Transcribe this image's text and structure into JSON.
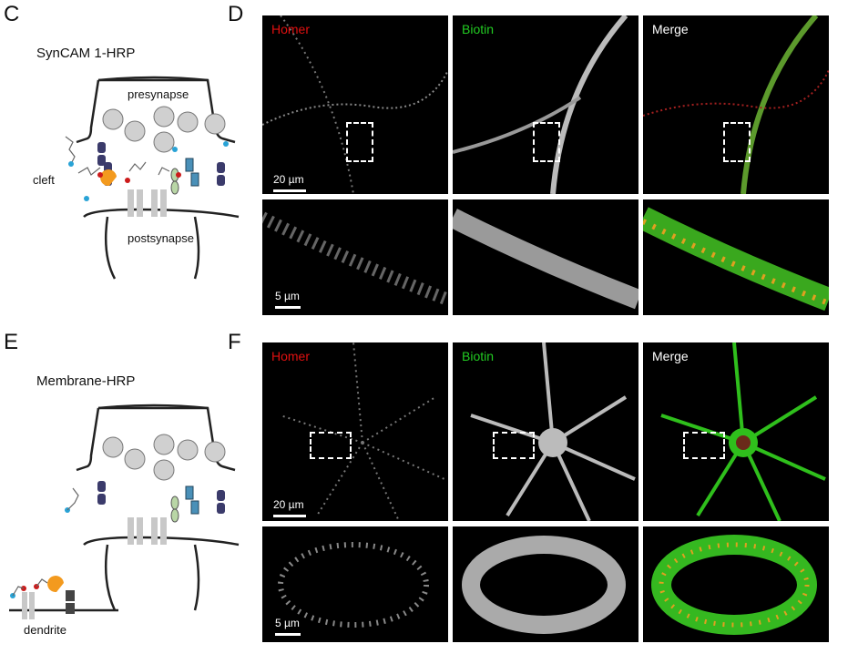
{
  "panels": {
    "C": {
      "letter": "C",
      "title": "SynCAM 1-HRP",
      "labels": {
        "pre": "presynapse",
        "cleft": "cleft",
        "post": "postsynapse"
      }
    },
    "D": {
      "letter": "D",
      "channels": [
        "Homer",
        "Biotin",
        "Merge"
      ],
      "scalebar_top": "20 µm",
      "scalebar_bottom": "5 µm"
    },
    "E": {
      "letter": "E",
      "title": "Membrane-HRP",
      "labels": {
        "dendrite": "dendrite"
      }
    },
    "F": {
      "letter": "F",
      "channels": [
        "Homer",
        "Biotin",
        "Merge"
      ],
      "scalebar_top": "20 µm",
      "scalebar_bottom": "5 µm"
    }
  },
  "colors": {
    "homer": "#e01010",
    "biotin": "#22cc22",
    "merge": "#ffffff",
    "hrp": "#f39a1e",
    "vesicle": "#d0d0d0",
    "protein": "#3b3b6b",
    "tag_red": "#cc1a1a",
    "tag_blue": "#29a3d6",
    "teal": "#4a90b8"
  }
}
